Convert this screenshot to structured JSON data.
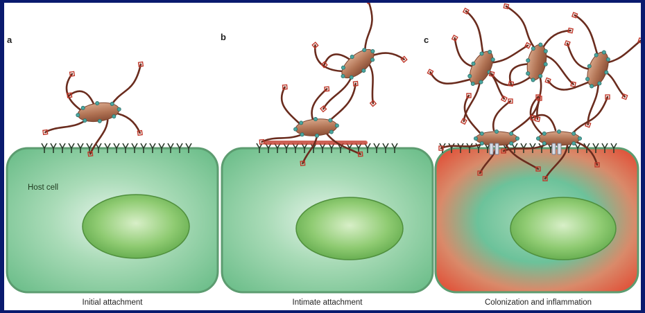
{
  "panels": [
    {
      "letter": "a",
      "caption": "Initial attachment",
      "cell_label": "Host cell",
      "state": "normal"
    },
    {
      "letter": "b",
      "caption": "Intimate attachment",
      "cell_label": "",
      "state": "normal"
    },
    {
      "letter": "c",
      "caption": "Colonization and inflammation",
      "cell_label": "",
      "state": "inflamed"
    }
  ],
  "colors": {
    "background_border": "#0a1a6e",
    "cell_fill": "#7fc79a",
    "cell_edge": "#4d9a6b",
    "nucleus": "#86c46a",
    "bacterium": "#b77a5c",
    "flagellum": "#6a2c1e",
    "adhesin_teal": "#4aa7a0",
    "adhesin_red": "#c0392b",
    "inflamed": "#d6553d"
  }
}
